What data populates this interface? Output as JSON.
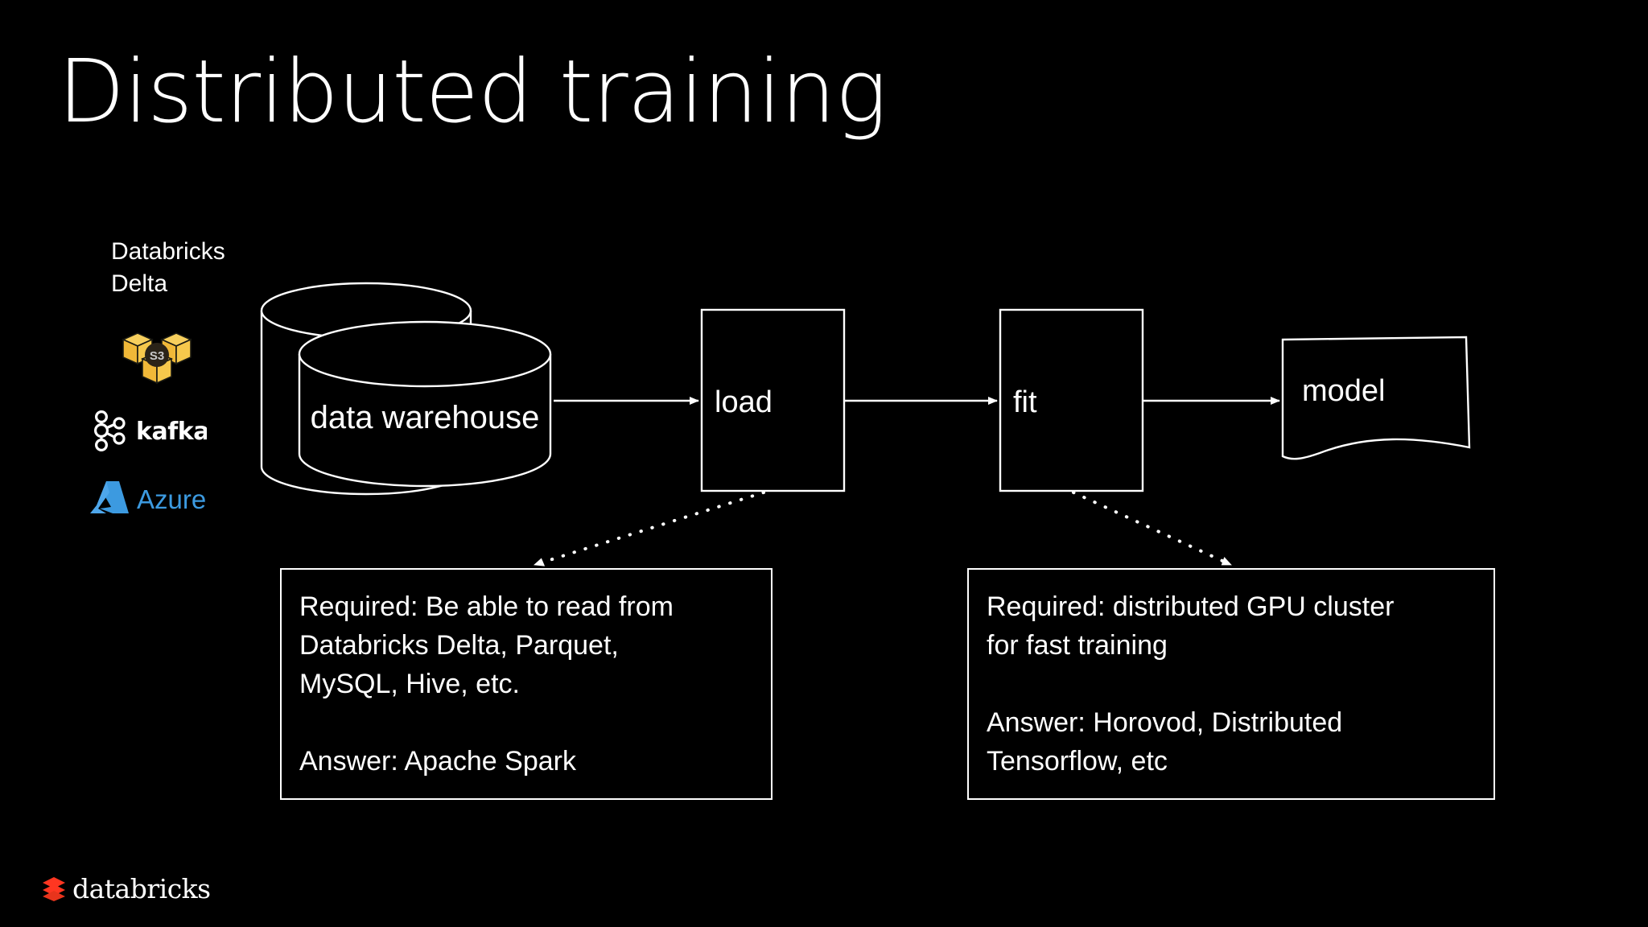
{
  "slide": {
    "title": "Distributed training",
    "background_color": "#000000",
    "text_color": "#ffffff"
  },
  "source_label": "Databricks\nDelta",
  "logos": [
    {
      "name": "aws-s3-logo",
      "label": "S3",
      "color": "#f2b53c"
    },
    {
      "name": "kafka-logo",
      "label": "kafka",
      "color": "#ffffff"
    },
    {
      "name": "azure-logo",
      "label": "Azure",
      "color": "#3c9ae0"
    }
  ],
  "diagram": {
    "nodes": [
      {
        "id": "data-warehouse",
        "label": "data warehouse",
        "shape": "cylinder-stack"
      },
      {
        "id": "load",
        "label": "load",
        "shape": "rectangle"
      },
      {
        "id": "fit",
        "label": "fit",
        "shape": "rectangle"
      },
      {
        "id": "model",
        "label": "model",
        "shape": "document"
      }
    ],
    "edges": [
      {
        "from": "data-warehouse",
        "to": "load",
        "style": "solid-arrow"
      },
      {
        "from": "load",
        "to": "fit",
        "style": "solid-arrow"
      },
      {
        "from": "fit",
        "to": "model",
        "style": "solid-arrow"
      },
      {
        "from": "load",
        "to": "callout-left",
        "style": "dotted-arrow"
      },
      {
        "from": "fit",
        "to": "callout-right",
        "style": "dotted-arrow"
      }
    ]
  },
  "callouts": {
    "left": {
      "text": "Required: Be able to read from\nDatabricks Delta, Parquet,\nMySQL, Hive, etc.\n\nAnswer: Apache Spark"
    },
    "right": {
      "text": "Required: distributed GPU cluster\nfor fast training\n\nAnswer: Horovod, Distributed\nTensorflow, etc"
    }
  },
  "footer": {
    "brand": "databricks",
    "brand_color": "#ff3621"
  }
}
